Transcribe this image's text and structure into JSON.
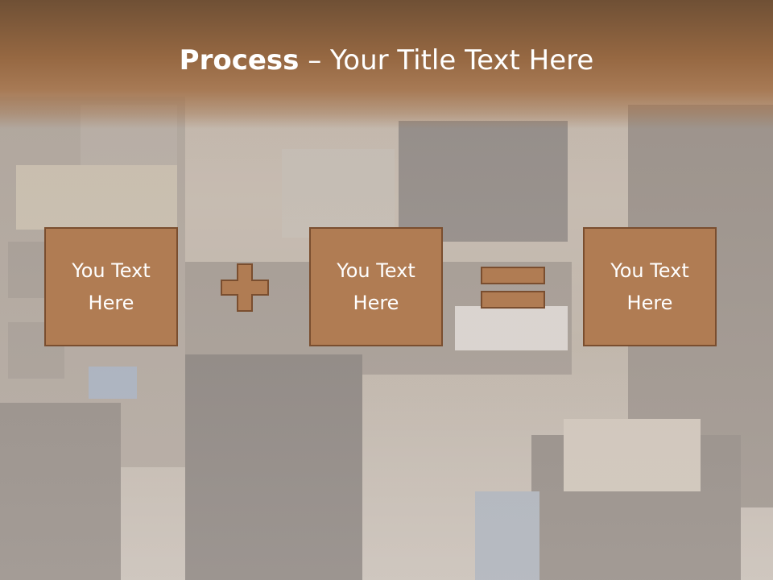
{
  "slide": {
    "title_bold": "Process",
    "title_separator": " – ",
    "title_rest": "Your Title Text Here",
    "boxes": [
      {
        "label": "You Text\nHere"
      },
      {
        "label": "You Text\nHere"
      },
      {
        "label": "You Text\nHere"
      }
    ],
    "operators": [
      "plus-icon",
      "equals-icon"
    ],
    "colors": {
      "title_band": "#96684a",
      "box_fill": "#b07c53",
      "box_border": "#7a4e2f",
      "text": "#ffffff"
    }
  }
}
